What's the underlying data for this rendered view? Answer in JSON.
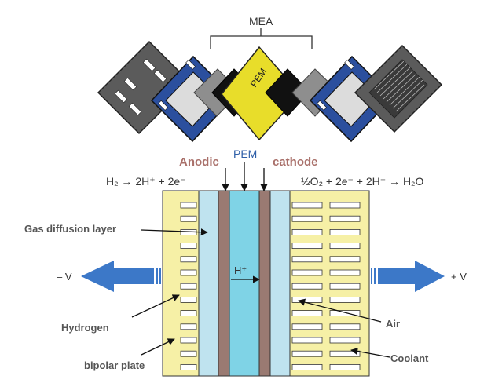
{
  "labels": {
    "mea": "MEA",
    "pem_diamond": "PEM",
    "pem": "PEM",
    "anodic": "Anodic",
    "cathode": "cathode",
    "anode_reaction": "H₂ → 2H⁺ + 2e⁻",
    "cathode_reaction": "½O₂ + 2e⁻ + 2H⁺ → H₂O",
    "gas_diffusion_layer": "Gas diffusion layer",
    "hydrogen": "Hydrogen",
    "bipolar_plate": "bipolar plate",
    "proton": "H⁺",
    "minus_v": "– V",
    "plus_v": "+ V",
    "air": "Air",
    "coolant": "Coolant"
  },
  "colors": {
    "plate_yellow": "#f6f0a6",
    "gdl_blue": "#bfe3ef",
    "catalyst_brown": "#9a7a72",
    "membrane_cyan": "#7fd3e6",
    "arrow_blue": "#3c78c8",
    "exploded_blue": "#2b4f9e",
    "exploded_gray": "#5a5a5a",
    "pem_yellow": "#e8dd2a"
  },
  "icons": [
    "left-arrow-icon",
    "right-arrow-icon",
    "down-arrow-icon"
  ]
}
